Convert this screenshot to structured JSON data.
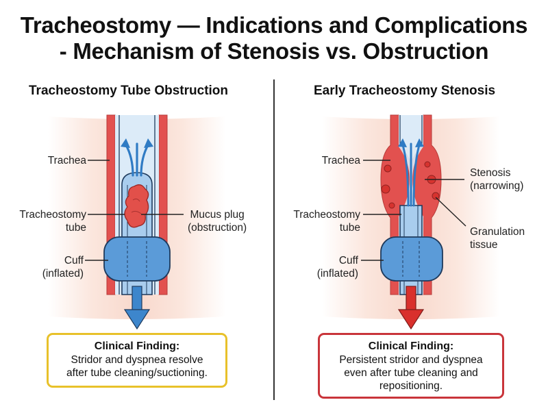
{
  "title": {
    "line1": "Tracheostomy — Indications and Complications",
    "line2": "- Mechanism of Stenosis vs. Obstruction"
  },
  "colors": {
    "tissue": "#f9ddd2",
    "trachea_wall": "#e2514f",
    "tube": "#7fb2e3",
    "cuff": "#5b9bd8",
    "airflow_arrow": "#2f7bc4",
    "down_arrow_left": "#3d86cc",
    "down_arrow_right": "#d9302c",
    "finding_border_left": "#e8c12a",
    "finding_border_right": "#c9343a"
  },
  "left_panel": {
    "heading": "Tracheostomy Tube Obstruction",
    "labels": {
      "trachea": "Trachea",
      "tube_line1": "Tracheostomy",
      "tube_line2": "tube",
      "cuff_line1": "Cuff",
      "cuff_line2": "(inflated)",
      "plug_line1": "Mucus plug",
      "plug_line2": "(obstruction)"
    },
    "finding": {
      "head": "Clinical Finding:",
      "line1": "Stridor and dyspnea resolve",
      "line2": "after tube cleaning/suctioning."
    }
  },
  "right_panel": {
    "heading": "Early Tracheostomy Stenosis",
    "labels": {
      "trachea": "Trachea",
      "tube_line1": "Tracheostomy",
      "tube_line2": "tube",
      "cuff_line1": "Cuff",
      "cuff_line2": "(inflated)",
      "stenosis_line1": "Stenosis",
      "stenosis_line2": "(narrowing)",
      "granulation_line1": "Granulation",
      "granulation_line2": "tissue"
    },
    "finding": {
      "head": "Clinical Finding:",
      "line1": "Persistent stridor and dyspnea",
      "line2": "even after tube cleaning and",
      "line3": "repositioning."
    }
  }
}
